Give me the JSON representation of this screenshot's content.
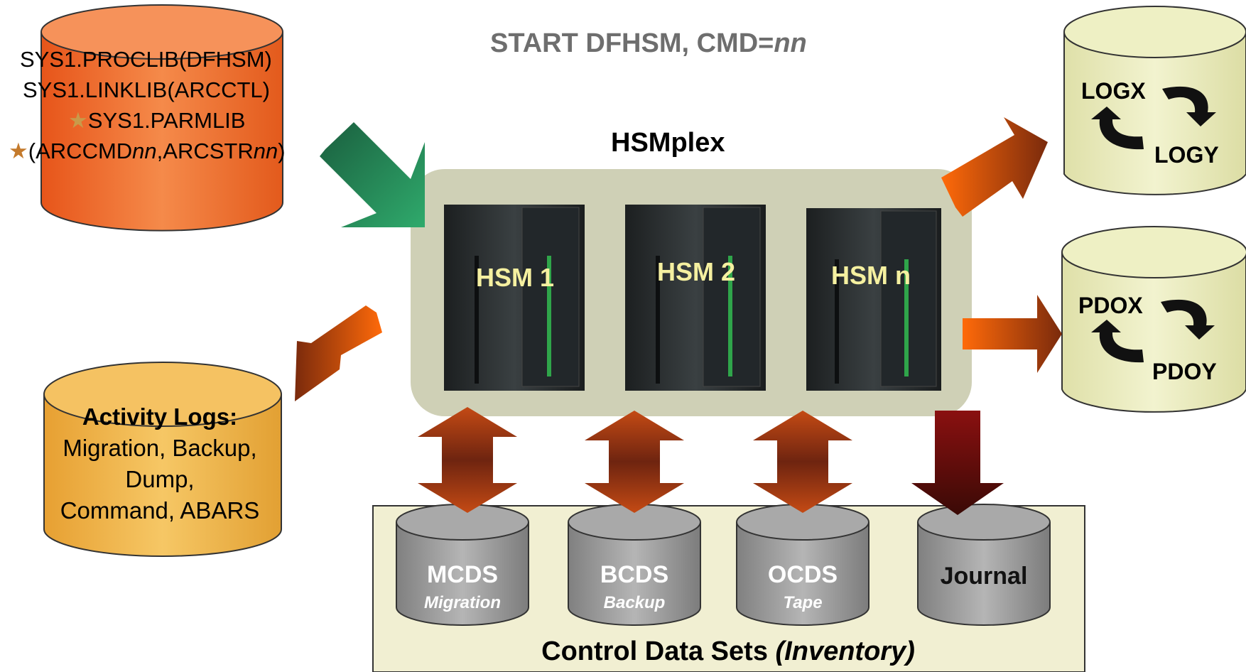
{
  "title": {
    "prefix": "START DFHSM, CMD=",
    "var": "nn"
  },
  "hsmplex": {
    "label": "HSMplex",
    "systems": [
      "HSM 1",
      "HSM 2",
      "HSM n"
    ]
  },
  "sources": {
    "line1": "SYS1.PROCLIB(DFHSM)",
    "line2": "SYS1.LINKLIB(ARCCTL)",
    "line3": "SYS1.PARMLIB",
    "line4_a": "(ARCCMD",
    "line4_b": "nn",
    "line4_c": ",ARCSTR",
    "line4_d": "nn",
    "line4_e": ")",
    "star": "★"
  },
  "logs": {
    "a": "LOGX",
    "b": "LOGY"
  },
  "pdo": {
    "a": "PDOX",
    "b": "PDOY"
  },
  "activity": {
    "title": "Activity Logs:",
    "line1": "Migration, Backup,",
    "line2": "Dump,",
    "line3": "Command, ABARS"
  },
  "cds": {
    "items": [
      {
        "name": "MCDS",
        "sub": "Migration"
      },
      {
        "name": "BCDS",
        "sub": "Backup"
      },
      {
        "name": "OCDS",
        "sub": "Tape"
      },
      {
        "name": "Journal",
        "sub": ""
      }
    ],
    "caption_main": "Control Data Sets ",
    "caption_italic": "(Inventory)"
  },
  "colors": {
    "source_cyl": "#f07a3a",
    "activity_cyl": "#f2b84f",
    "log_cyl": "#ecedc0",
    "cds_cyl": "#9a9a9a",
    "plex_box": "#cfd0b6",
    "cds_box": "#f1efd2",
    "arrow_green": "#1f8a5a",
    "arrow_orange": "#f26a12",
    "arrow_brown": "#7a2a10"
  },
  "icons": [
    "green-arrow-icon",
    "orange-arrow-icon",
    "double-arrow-icon",
    "cycle-arrow-icon",
    "server-rack-icon"
  ]
}
